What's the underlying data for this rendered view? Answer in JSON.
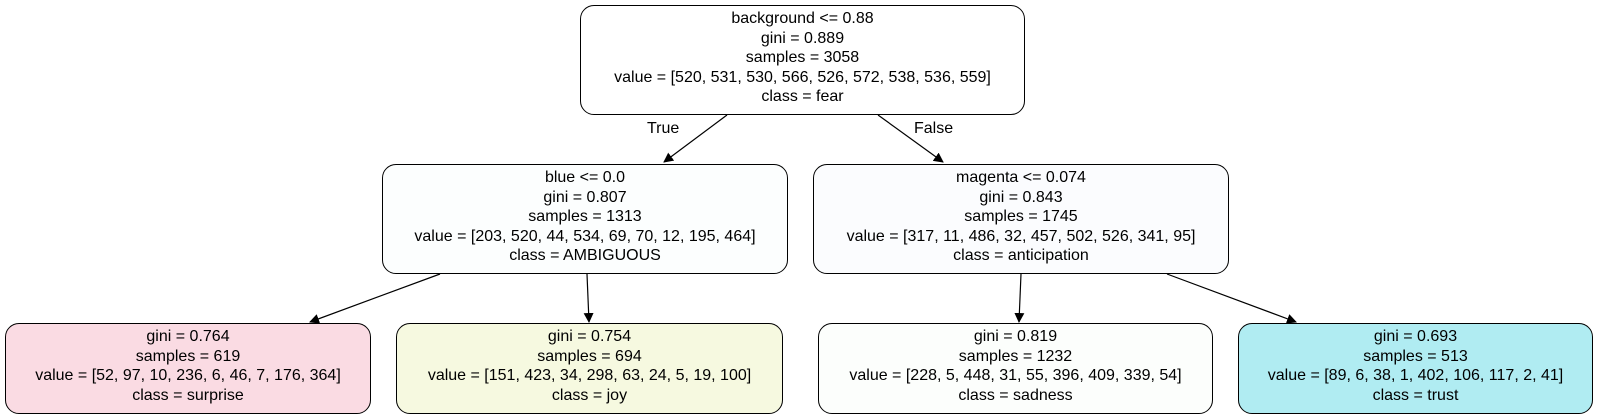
{
  "nodes": {
    "root": {
      "split": "background <= 0.88",
      "gini": "gini = 0.889",
      "samples": "samples = 3058",
      "value": "value = [520, 531, 530, 566, 526, 572, 538, 536, 559]",
      "class": "class = fear",
      "fill": "#ffffff"
    },
    "left": {
      "split": "blue <= 0.0",
      "gini": "gini = 0.807",
      "samples": "samples = 1313",
      "value": "value = [203, 520, 44, 534, 69, 70, 12, 195, 464]",
      "class": "class = AMBIGUOUS",
      "fill": "#fcfefe"
    },
    "right": {
      "split": "magenta <= 0.074",
      "gini": "gini = 0.843",
      "samples": "samples = 1745",
      "value": "value = [317, 11, 486, 32, 457, 502, 526, 341, 95]",
      "class": "class = anticipation",
      "fill": "#fbfcfe"
    },
    "leaf1": {
      "gini": "gini = 0.764",
      "samples": "samples = 619",
      "value": "value = [52, 97, 10, 236, 6, 46, 7, 176, 364]",
      "class": "class = surprise",
      "fill": "#fadbe3"
    },
    "leaf2": {
      "gini": "gini = 0.754",
      "samples": "samples = 694",
      "value": "value = [151, 423, 34, 298, 63, 24, 5, 19, 100]",
      "class": "class = joy",
      "fill": "#f6f9e0"
    },
    "leaf3": {
      "gini": "gini = 0.819",
      "samples": "samples = 1232",
      "value": "value = [228, 5, 448, 31, 55, 396, 409, 339, 54]",
      "class": "class = sadness",
      "fill": "#fcfefc"
    },
    "leaf4": {
      "gini": "gini = 0.693",
      "samples": "samples = 513",
      "value": "value = [89, 6, 38, 1, 402, 106, 117, 2, 41]",
      "class": "class = trust",
      "fill": "#b0ecf2"
    }
  },
  "edge_labels": {
    "true": "True",
    "false": "False"
  }
}
